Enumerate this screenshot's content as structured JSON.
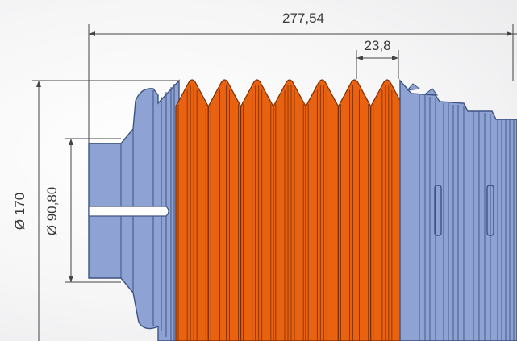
{
  "dimensions": {
    "overall_length": "277,54",
    "fold_pitch": "23,8",
    "outer_diameter": "Ø 170",
    "inner_diameter": "Ø 90,80"
  },
  "colors": {
    "bellows_fold": "#e8620f",
    "fold_edge": "#7a2c05",
    "blue_part": "#8ea2d4",
    "blue_edge": "#3f5382",
    "dimension_line": "#444444",
    "dimension_text": "#3a3a3a"
  },
  "fold_count": 7
}
